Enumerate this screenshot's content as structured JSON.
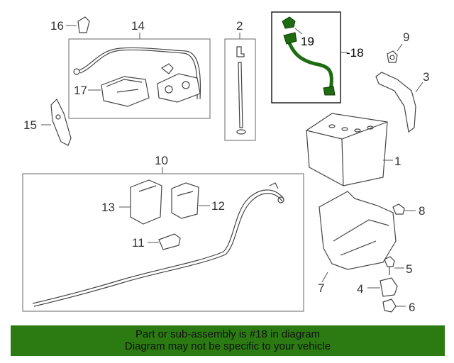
{
  "callouts": {
    "c1": "1",
    "c2": "2",
    "c3": "3",
    "c4": "4",
    "c5": "5",
    "c6": "6",
    "c7": "7",
    "c8": "8",
    "c9": "9",
    "c10": "10",
    "c11": "11",
    "c12": "12",
    "c13": "13",
    "c14": "14",
    "c15": "15",
    "c16": "16",
    "c17": "17",
    "c18": "-18",
    "c19": "19"
  },
  "highlight_color": "#1e6b12",
  "banner": {
    "line1": "Part or sub-assembly is #18 in diagram",
    "line2": "Diagram may not be specific to your vehicle",
    "background": "#2b7a12"
  }
}
